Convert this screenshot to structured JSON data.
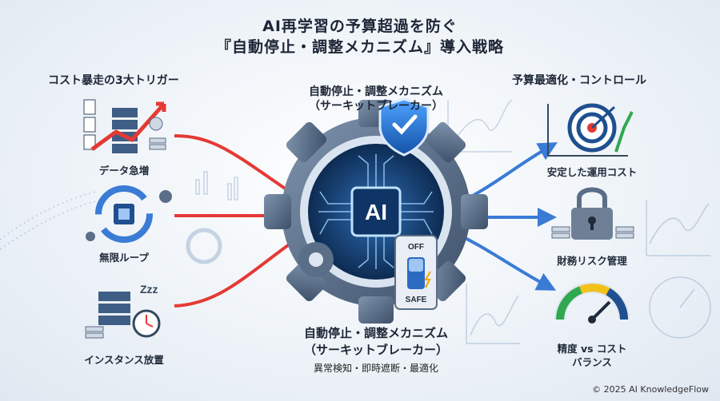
{
  "title_line1": "AI再学習の予算超過を防ぐ",
  "title_line2": "『自動停止・調整メカニズム』導入戦略",
  "left": {
    "heading": "コスト暴走の3大トリガー",
    "items": [
      "データ急増",
      "無限ループ",
      "インスタンス放置"
    ]
  },
  "center": {
    "top_line1": "自動停止・調整メカニズム",
    "top_line2": "（サーキットブレーカー）",
    "bottom_line1": "自動停止・調整メカニズム",
    "bottom_line2": "（サーキットブレーカー）",
    "bottom_sub": "異常検知・即時遮断・最適化",
    "chip_label": "AI",
    "switch_off": "OFF",
    "switch_safe": "SAFE"
  },
  "right": {
    "heading": "予算最適化・コントロール",
    "items": [
      "安定した運用コスト",
      "財務リスク管理",
      "精度 vs コスト",
      "バランス"
    ]
  },
  "icons": [
    "data-surge-icon",
    "infinite-loop-icon",
    "idle-instance-icon",
    "ai-chip-icon",
    "shield-check-icon",
    "breaker-switch-icon",
    "target-icon",
    "padlock-icon",
    "gauge-icon"
  ],
  "colors": {
    "trigger_red": "#e53935",
    "control_blue": "#3a7bd5",
    "gear_dark": "#3d5270"
  },
  "copyright": "© 2025 AI KnowledgeFlow"
}
